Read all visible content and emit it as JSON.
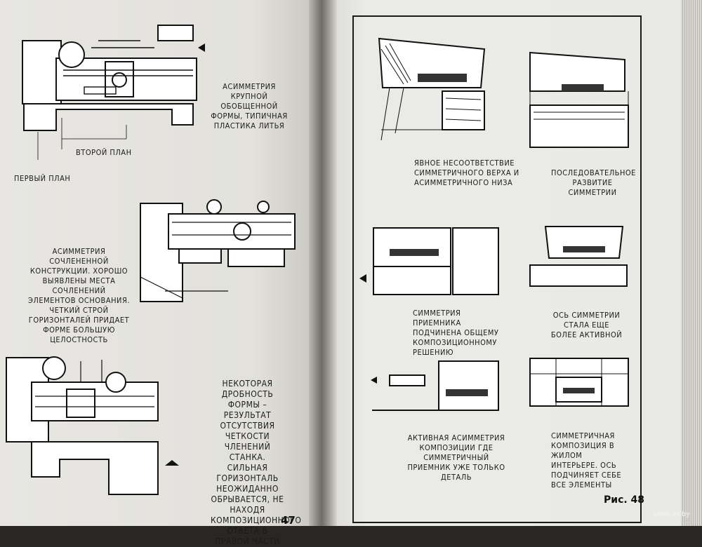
{
  "left_page": {
    "captions": {
      "lathe1_main": "АСИММЕТРИЯ КРУПНОЙ ОБОБЩЕННОЙ ФОРМЫ, ТИПИЧНАЯ ПЛАСТИКА ЛИТЬЯ",
      "lathe1_second_plan": "ВТОРОЙ ПЛАН",
      "lathe1_first_plan": "ПЕРВЫЙ ПЛАН",
      "lathe2": "АСИММЕТРИЯ СОЧЛЕНЕННОЙ КОНСТРУКЦИИ. ХОРОШО ВЫЯВЛЕНЫ МЕСТА СОЧЛЕНЕНИЙ ЭЛЕМЕНТОВ ОСНОВАНИЯ. ЧЕТКИЙ СТРОЙ ГОРИЗОНТАЛЕЙ ПРИДАЕТ ФОРМЕ БОЛЬШУЮ ЦЕЛОСТНОСТЬ",
      "lathe3": "НЕКОТОРАЯ ДРОБНОСТЬ ФОРМЫ – РЕЗУЛЬТАТ ОТСУТСТВИЯ ЧЕТКОСТИ ЧЛЕНЕНИЙ СТАНКА. СИЛЬНАЯ ГОРИЗОНТАЛЬ НЕОЖИДАННО ОБРЫВАЕТСЯ, НЕ НАХОДЯ КОМПОЗИЦИОННОГО ОТВЕТА В ПРАВОЙ ЧАСТИ"
    },
    "page_number": "47"
  },
  "right_page": {
    "captions": {
      "c1": "ЯВНОЕ НЕСООТВЕТСТВИЕ СИММЕТРИЧНОГО ВЕРХА И АСИММЕТРИЧНОГО НИЗА",
      "c2": "ПОСЛЕДОВАТЕЛЬНОЕ РАЗВИТИЕ СИММЕТРИИ",
      "c3": "СИММЕТРИЯ ПРИЕМНИКА ПОДЧИНЕНА ОБЩЕМУ КОМПОЗИЦИОННОМУ РЕШЕНИЮ",
      "c4": "ОСЬ СИММЕТРИИ СТАЛА ЕЩЕ БОЛЕЕ АКТИВНОЙ",
      "c5": "АКТИВНАЯ АСИММЕТРИЯ КОМПОЗИЦИИ ГДЕ СИММЕТРИЧНЫЙ ПРИЕМНИК УЖЕ ТОЛЬКО ДЕТАЛЬ",
      "c6": "СИММЕТРИЧНАЯ КОМПОЗИЦИЯ В ЖИЛОМ ИНТЕРЬЕРЕ. ОСЬ ПОДЧИНЯЕТ СЕБЕ ВСЕ ЭЛЕМЕНТЫ"
    },
    "figure_label": "Рис. 48"
  },
  "watermark": "www.ay.by"
}
